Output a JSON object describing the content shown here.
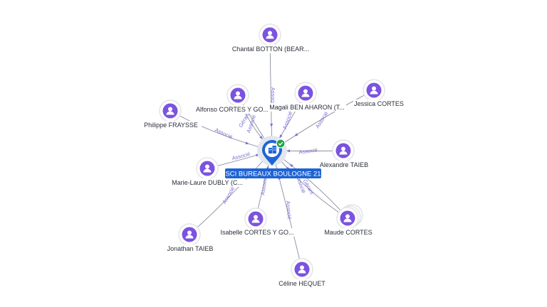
{
  "graph": {
    "colors": {
      "person": "#7b53e0",
      "company": "#1e64d6",
      "badge": "#21a34a",
      "edge": "#8a8fa0",
      "edge_label": "#7b6fd6"
    },
    "center": {
      "label": "SCI BUREAUX BOULOGNE 21",
      "icon": "building-icon",
      "badge_icon": "check-badge-icon"
    },
    "nodes": [
      {
        "id": "chantal-botton",
        "label": "Chantal BOTTON (BEAR...",
        "icon": "person-icon"
      },
      {
        "id": "alfonso-cortes",
        "label": "Alfonso CORTES Y GO...",
        "icon": "person-icon"
      },
      {
        "id": "magali-ben-aharon",
        "label": "Magali BEN AHARON (T...",
        "icon": "person-icon"
      },
      {
        "id": "jessica-cortes",
        "label": "Jessica CORTES",
        "icon": "person-icon"
      },
      {
        "id": "philippe-fraysse",
        "label": "Philippe FRAYSSE",
        "icon": "person-icon"
      },
      {
        "id": "alexandre-taieb",
        "label": "Alexandre TAIEB",
        "icon": "person-icon"
      },
      {
        "id": "marie-laure-dubly",
        "label": "Marie-Laure DUBLY (C...",
        "icon": "person-icon"
      },
      {
        "id": "isabelle-cortes",
        "label": "Isabelle CORTES Y GO...",
        "icon": "person-icon"
      },
      {
        "id": "maude-cortes",
        "label": "Maude CORTES",
        "icon": "person-icon",
        "stacked": true
      },
      {
        "id": "jonathan-taieb",
        "label": "Jonathan TAIEB",
        "icon": "person-icon"
      },
      {
        "id": "celine-hequet",
        "label": "Céline HEQUET",
        "icon": "person-icon"
      }
    ],
    "edges": [
      {
        "to": "chantal-botton",
        "label": "Associé"
      },
      {
        "to": "alfonso-cortes",
        "label": "Associé"
      },
      {
        "to": "alfonso-cortes",
        "label": "Gérant"
      },
      {
        "to": "magali-ben-aharon",
        "label": "Associé"
      },
      {
        "to": "jessica-cortes",
        "label": "Associé"
      },
      {
        "to": "philippe-fraysse",
        "label": "Associé"
      },
      {
        "to": "alexandre-taieb",
        "label": "Associé"
      },
      {
        "to": "marie-laure-dubly",
        "label": "Associé"
      },
      {
        "to": "isabelle-cortes",
        "label": "Associé"
      },
      {
        "to": "maude-cortes",
        "label": "Gérant"
      },
      {
        "to": "maude-cortes",
        "label": "Associé"
      },
      {
        "to": "jonathan-taieb",
        "label": "Associé"
      },
      {
        "to": "celine-hequet",
        "label": "Associé"
      }
    ]
  }
}
